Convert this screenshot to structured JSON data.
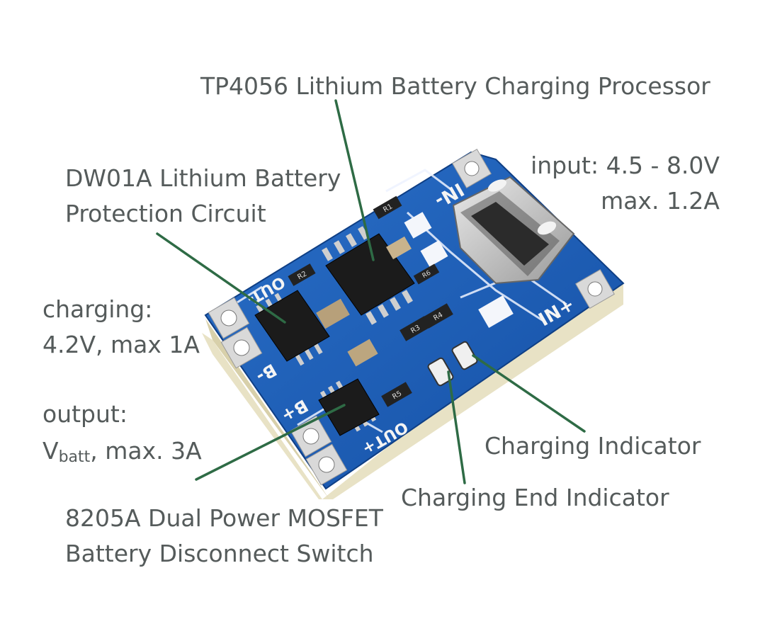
{
  "labels": {
    "tp4056": "TP4056 Lithium Battery Charging Processor",
    "dw01a_line1": "DW01A Lithium Battery",
    "dw01a_line2": "Protection Circuit",
    "input_line1": "input: 4.5 - 8.0V",
    "input_line2": "max. 1.2A",
    "charging_line1": "charging:",
    "charging_line2": "4.2V, max 1A",
    "output_line1": "output:",
    "output_v": "V",
    "output_sub": "batt",
    "output_rest": ", max. 3A",
    "mosfet_line1": "8205A Dual Power MOSFET",
    "mosfet_line2": "Battery Disconnect Switch",
    "charging_indicator": "Charging Indicator",
    "charging_end_indicator": "Charging End Indicator"
  },
  "board": {
    "in_minus": "IN-",
    "in_plus": "IN+",
    "out_minus": "OUT-",
    "out_plus": "OUT+",
    "b_minus": "B-",
    "b_plus": "B+",
    "resistor_r1": "R1",
    "resistor_r2": "R2",
    "resistor_r3": "R3",
    "resistor_r4": "R4",
    "resistor_r5": "R5",
    "resistor_r6": "R6"
  },
  "colors": {
    "pcb": "#1c5db5",
    "pcb_dark": "#123f86",
    "pcb_edge": "#e8e2c8",
    "leader": "#2e6b45",
    "text": "#555b5b",
    "chip": "#1a1a1a",
    "pad": "#cfcfcf",
    "silk": "#f2f2f2"
  }
}
